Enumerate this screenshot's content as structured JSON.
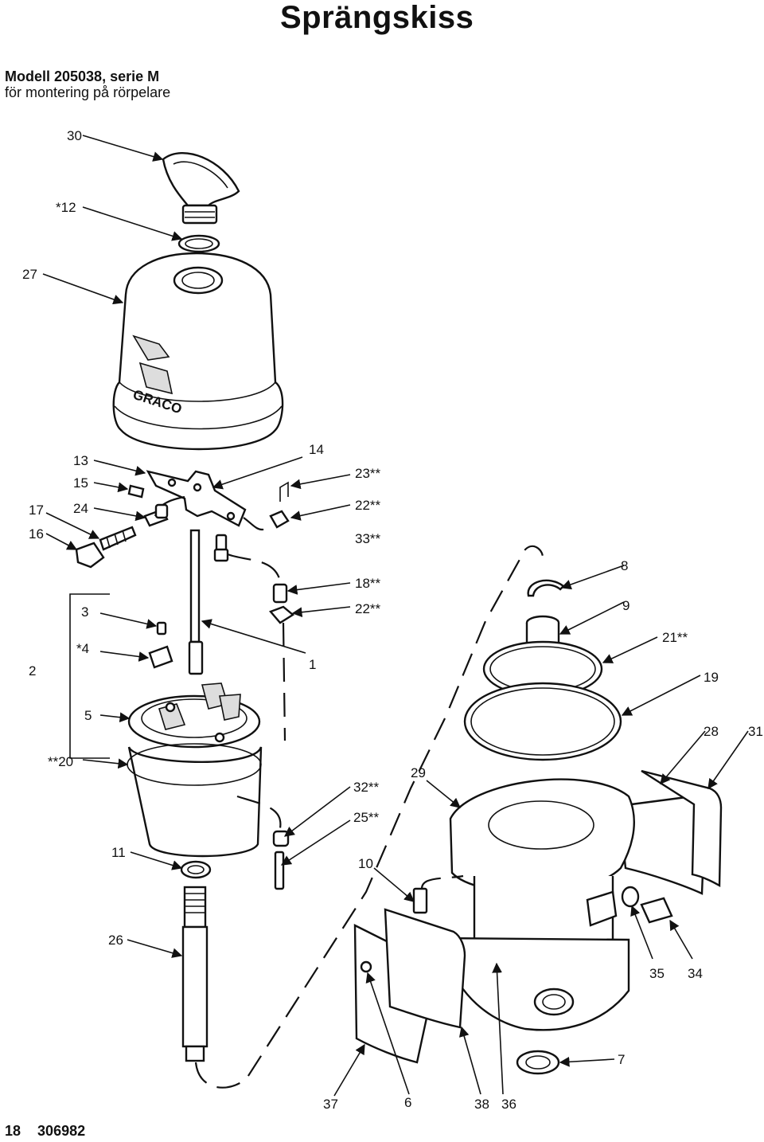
{
  "page": {
    "title": "Sprängskiss",
    "model_line": "Modell 205038, serie M",
    "mount_line": "för montering på rörpelare",
    "footer_page": "18",
    "footer_doc": "306982"
  },
  "callouts": {
    "c30": "30",
    "c12": "*12",
    "c27": "27",
    "c13": "13",
    "c15": "15",
    "c17": "17",
    "c24": "24",
    "c16": "16",
    "c14": "14",
    "c23": "23**",
    "c22a": "22**",
    "c33": "33**",
    "c18": "18**",
    "c22b": "22**",
    "c3": "3",
    "c2": "2",
    "c4": "*4",
    "c1": "1",
    "c5": "5",
    "c20": "**20",
    "c11": "11",
    "c26": "26",
    "c8": "8",
    "c9": "9",
    "c21": "21**",
    "c19": "19",
    "c28": "28",
    "c31": "31",
    "c32": "32**",
    "c29": "29",
    "c25": "25**",
    "c10": "10",
    "c35": "35",
    "c34": "34",
    "c7": "7",
    "c37": "37",
    "c6": "6",
    "c38": "38",
    "c36": "36"
  },
  "logo": {
    "brand_text": "GRACO"
  }
}
